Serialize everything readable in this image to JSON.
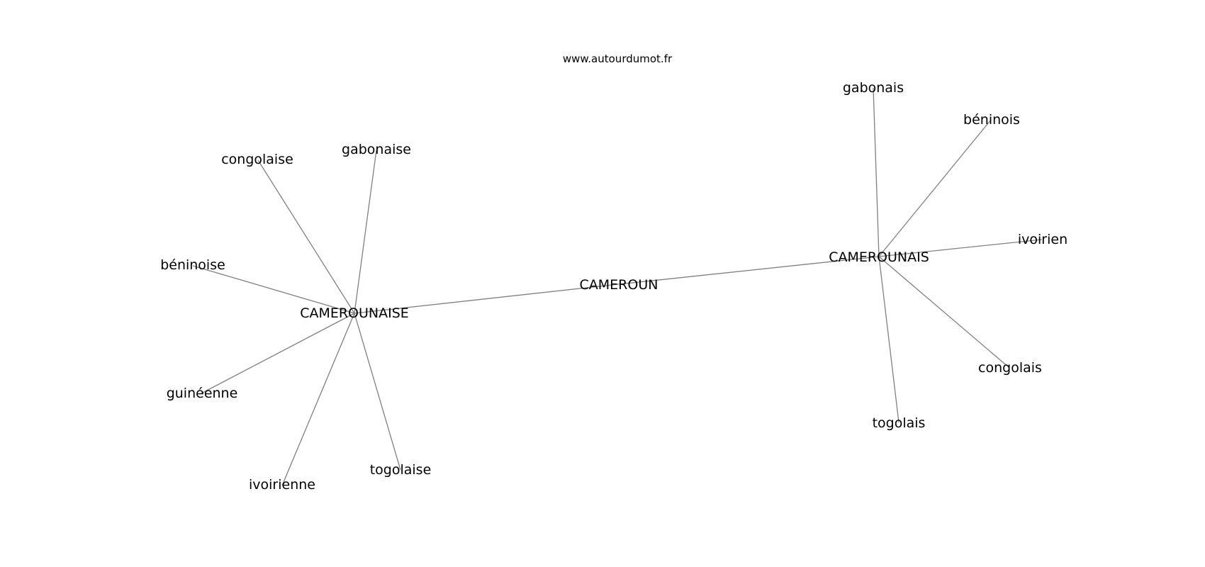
{
  "header": {
    "site": "www.autourdumot.fr"
  },
  "graph": {
    "center": "CAMEROUN",
    "hubs": {
      "feminine": "CAMEROUNAISE",
      "masculine": "CAMEROUNAIS"
    },
    "feminine_neighbors": [
      "congolaise",
      "gabonaise",
      "béninoise",
      "guinéenne",
      "ivoirienne",
      "togolaise"
    ],
    "masculine_neighbors": [
      "gabonais",
      "béninois",
      "ivoirien",
      "congolais",
      "togolais"
    ],
    "edge_color": "#808080",
    "text_color": "#000000"
  }
}
